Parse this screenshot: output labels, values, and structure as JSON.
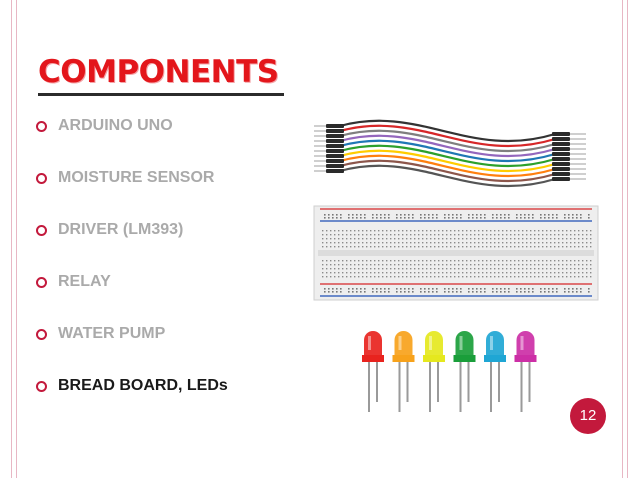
{
  "slide": {
    "title": "COMPONENTS",
    "items": [
      {
        "label": "ARDUINO UNO",
        "active": false
      },
      {
        "label": "MOISTURE SENSOR",
        "active": false
      },
      {
        "label": "DRIVER (LM393)",
        "active": false
      },
      {
        "label": "RELAY",
        "active": false
      },
      {
        "label": "WATER PUMP",
        "active": false
      },
      {
        "label": "BREAD BOARD, LEDs",
        "active": true
      }
    ],
    "page_number": "12"
  },
  "colors": {
    "title": "#e3161b",
    "accent": "#c3193c",
    "inactive_text": "#aaaaaa",
    "active_text": "#1a1a1a",
    "wires": [
      "#333333",
      "#d62728",
      "#7f7f7f",
      "#9467bd",
      "#1f77b4",
      "#2ca02c",
      "#ffcc00",
      "#ff7f0e",
      "#8c564b",
      "#555555"
    ],
    "leds": [
      "#e8231e",
      "#f7a21b",
      "#e5e81e",
      "#1a9e3a",
      "#1fa6d4",
      "#cc2fa6"
    ]
  },
  "images": {
    "jumper_wires": "jumper-wires-image",
    "breadboard": "breadboard-image",
    "leds": "leds-image"
  }
}
